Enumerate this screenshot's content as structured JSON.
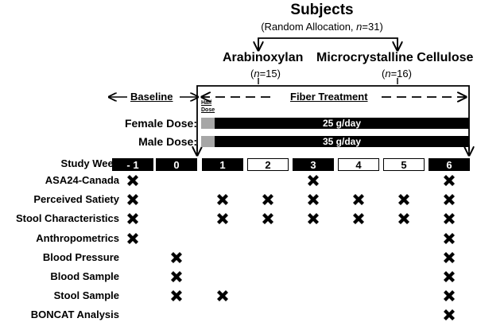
{
  "header": {
    "title": "Subjects",
    "allocation_prefix": "(Random Allocation, ",
    "allocation_n": "n",
    "allocation_suffix": "=31)"
  },
  "groups": [
    {
      "name": "Arabinoxylan",
      "n_italic": "n",
      "n_rest": "=15)",
      "n_open": "("
    },
    {
      "name": "Microcrystalline Cellulose",
      "n_italic": "n",
      "n_rest": "=16)",
      "n_open": "("
    }
  ],
  "phases": {
    "baseline": "Baseline",
    "treatment": "Fiber Treatment",
    "half_dose_line1": "Half",
    "half_dose_line2": "Dose"
  },
  "doses": [
    {
      "label": "Female Dose:",
      "value": "25 g/day"
    },
    {
      "label": "Male Dose:",
      "value": "35 g/day"
    }
  ],
  "study_week_label": "Study Week",
  "weeks": [
    {
      "label": "- 1",
      "style": "dark"
    },
    {
      "label": "0",
      "style": "dark"
    },
    {
      "label": "1",
      "style": "dark"
    },
    {
      "label": "2",
      "style": "light"
    },
    {
      "label": "3",
      "style": "dark"
    },
    {
      "label": "4",
      "style": "light"
    },
    {
      "label": "5",
      "style": "light"
    },
    {
      "label": "6",
      "style": "dark"
    }
  ],
  "measures": [
    {
      "label": "ASA24-Canada",
      "weeks": [
        "- 1",
        "3",
        "6"
      ]
    },
    {
      "label": "Perceived Satiety",
      "weeks": [
        "- 1",
        "1",
        "2",
        "3",
        "4",
        "5",
        "6"
      ]
    },
    {
      "label": "Stool Characteristics",
      "weeks": [
        "- 1",
        "1",
        "2",
        "3",
        "4",
        "5",
        "6"
      ]
    },
    {
      "label": "Anthropometrics",
      "weeks": [
        "- 1",
        "6"
      ]
    },
    {
      "label": "Blood Pressure",
      "weeks": [
        "0",
        "6"
      ]
    },
    {
      "label": "Blood Sample",
      "weeks": [
        "0",
        "6"
      ]
    },
    {
      "label": "Stool Sample",
      "weeks": [
        "0",
        "1",
        "6"
      ]
    },
    {
      "label": "BONCAT Analysis",
      "weeks": [
        "6"
      ]
    }
  ]
}
